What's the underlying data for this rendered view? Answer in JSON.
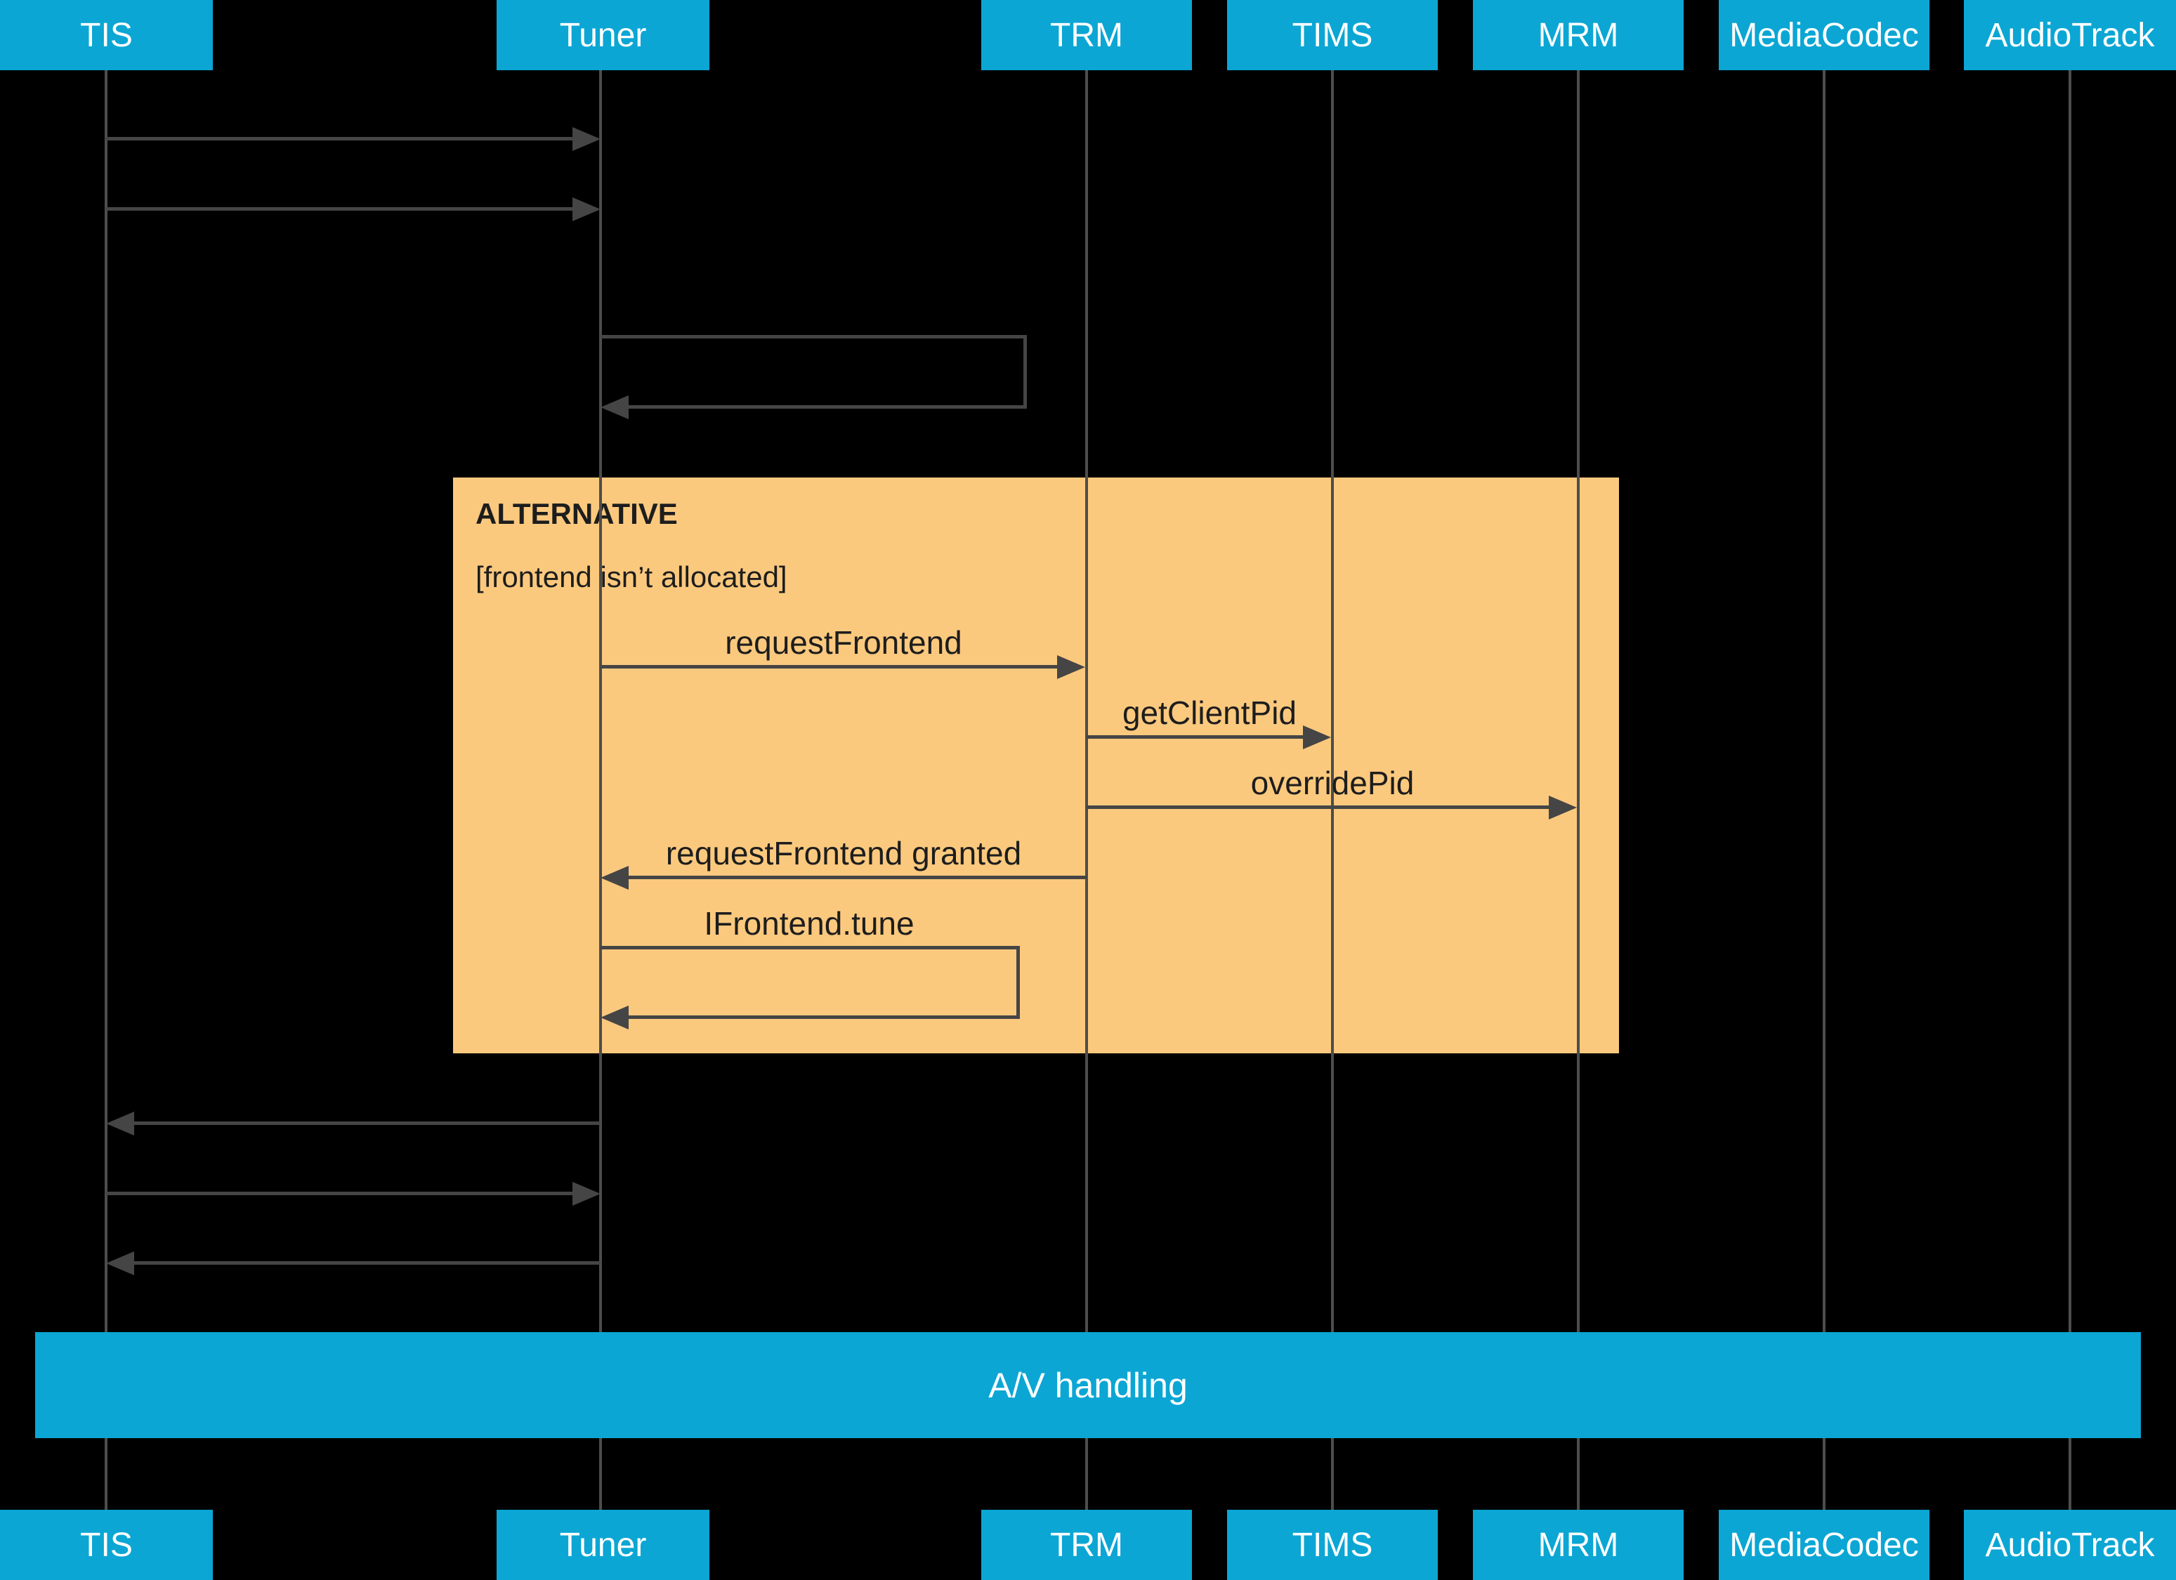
{
  "diagram_type": "sequence-diagram",
  "participants": [
    {
      "label": "TIS"
    },
    {
      "label": "Tuner"
    },
    {
      "label": "TRM"
    },
    {
      "label": "TIMS"
    },
    {
      "label": "MRM"
    },
    {
      "label": "MediaCodec"
    },
    {
      "label": "AudioTrack"
    }
  ],
  "alt_block": {
    "keyword": "ALTERNATIVE",
    "condition": "[frontend isn’t allocated]"
  },
  "messages": [
    {
      "label": "",
      "from": "TIS",
      "to": "Tuner"
    },
    {
      "label": "",
      "from": "TIS",
      "to": "Tuner"
    },
    {
      "label": "",
      "from": "Tuner",
      "to": "Tuner",
      "self": true
    },
    {
      "label": "requestFrontend",
      "from": "Tuner",
      "to": "TRM"
    },
    {
      "label": "getClientPid",
      "from": "TRM",
      "to": "TIMS"
    },
    {
      "label": "overridePid",
      "from": "TRM",
      "to": "MRM"
    },
    {
      "label": "requestFrontend granted",
      "from": "TRM",
      "to": "Tuner"
    },
    {
      "label": "IFrontend.tune",
      "from": "Tuner",
      "to": "Tuner",
      "self": true
    },
    {
      "label": "",
      "from": "Tuner",
      "to": "TIS"
    },
    {
      "label": "",
      "from": "TIS",
      "to": "Tuner"
    },
    {
      "label": "",
      "from": "Tuner",
      "to": "TIS"
    }
  ],
  "band": {
    "label": "A/V handling"
  },
  "colors": {
    "participant_fill": "#0ba6d4",
    "participant_text": "#ffffff",
    "alt_fill": "#fbc97e",
    "line": "#4d4d4d",
    "arrow": "#454545",
    "label_text": "#1d1d1d",
    "background": "#000000"
  }
}
